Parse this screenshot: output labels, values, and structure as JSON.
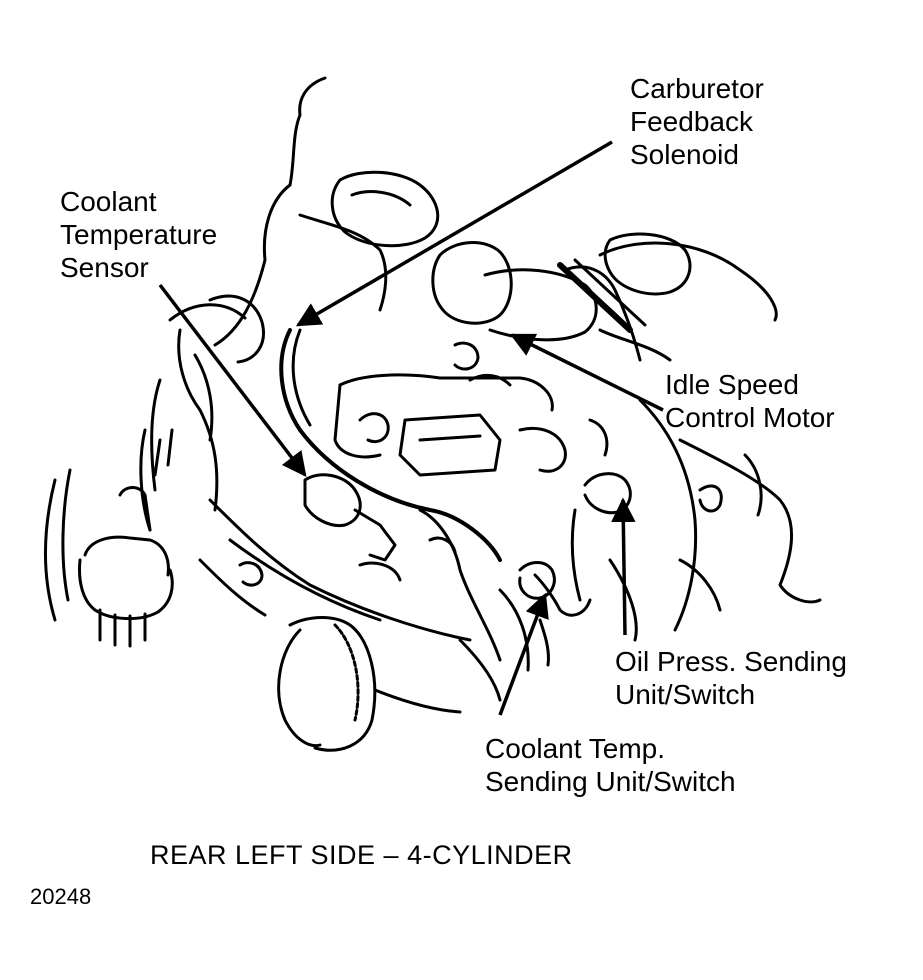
{
  "labels": {
    "carburetor_feedback_solenoid": [
      "Carburetor",
      "Feedback",
      "Solenoid"
    ],
    "coolant_temperature_sensor": [
      "Coolant",
      "Temperature",
      "Sensor"
    ],
    "idle_speed_control_motor": [
      "Idle Speed",
      "Control Motor"
    ],
    "oil_press_sending_unit": [
      "Oil Press. Sending",
      "Unit/Switch"
    ],
    "coolant_temp_sending_unit": [
      "Coolant Temp.",
      "Sending Unit/Switch"
    ]
  },
  "caption": "REAR LEFT SIDE  –  4-CYLINDER",
  "figure_id": "20248",
  "colors": {
    "ink": "#000000",
    "paper": "#ffffff"
  }
}
